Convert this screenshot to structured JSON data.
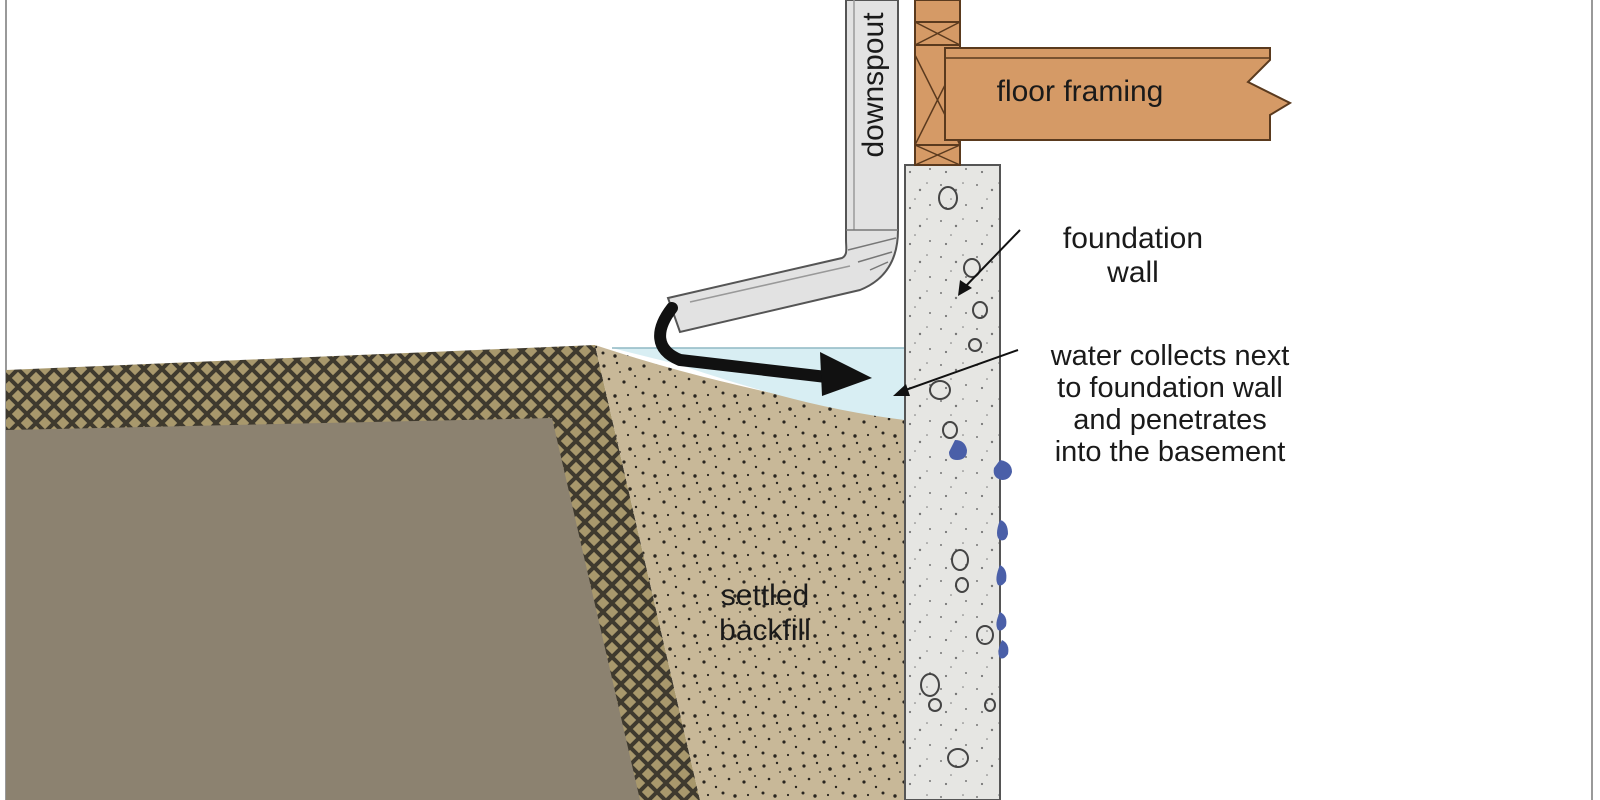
{
  "labels": {
    "downspout": "downspout",
    "floor_framing": "floor framing",
    "foundation_wall_line1": "foundation",
    "foundation_wall_line2": "wall",
    "water_line1": "water collects next",
    "water_line2": "to foundation wall",
    "water_line3": "and penetrates",
    "water_line4": "into the basement",
    "backfill_line1": "settled",
    "backfill_line2": "backfill"
  },
  "colors": {
    "wood": "#d59a66",
    "wood_stroke": "#5a3a1e",
    "concrete": "#e6e6e3",
    "backfill": "#c8b898",
    "soil_dark": "#3f3a2e",
    "soil_light": "#a8986c",
    "undisturbed_soil": "#8c8270",
    "water": "#d8eef3",
    "water_drops": "#4a5fa8",
    "downspout": "#e2e2e2",
    "arrow": "#111111"
  }
}
